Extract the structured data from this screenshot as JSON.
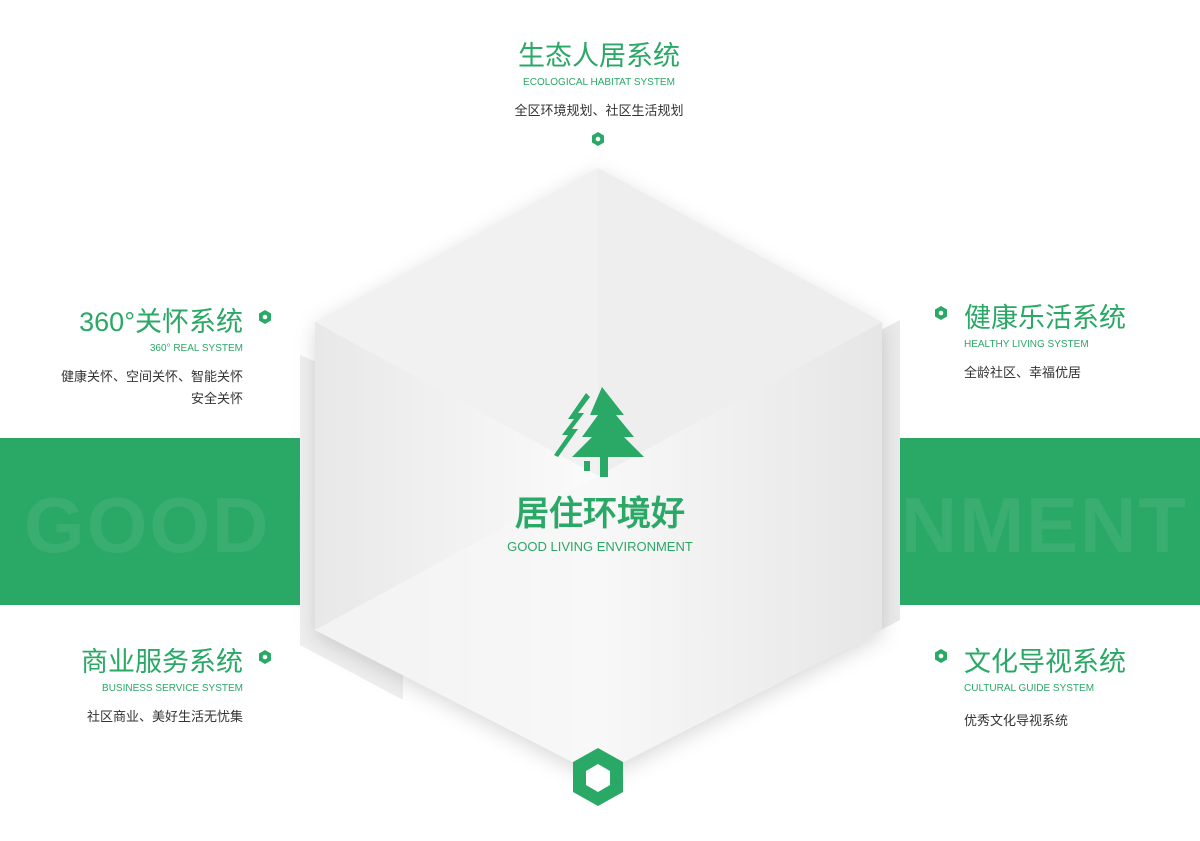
{
  "center": {
    "title": "居住环境好",
    "subtitle": "GOOD LIVING ENVIRONMENT",
    "background_text": "GOOD LIVING ENVIRONMENT",
    "icon": "tree-icon"
  },
  "systems": [
    {
      "title": "生态人居系统",
      "subtitle": "ECOLOGICAL HABITAT SYSTEM",
      "desc": "全区环境规划、社区生活规划"
    },
    {
      "title": "360°关怀系统",
      "subtitle": "360° REAL SYSTEM",
      "desc": "健康关怀、空间关怀、智能关怀",
      "desc2": "安全关怀"
    },
    {
      "title": "健康乐活系统",
      "subtitle": "HEALTHY LIVING SYSTEM",
      "desc": "全龄社区、幸福优居"
    },
    {
      "title": "商业服务系统",
      "subtitle": "BUSINESS SERVICE SYSTEM",
      "desc": "社区商业、美好生活无忧集"
    },
    {
      "title": "文化导视系统",
      "subtitle": "CULTURAL GUIDE SYSTEM",
      "desc": "优秀文化导视系统"
    }
  ],
  "colors": {
    "accent": "#2aa866"
  }
}
